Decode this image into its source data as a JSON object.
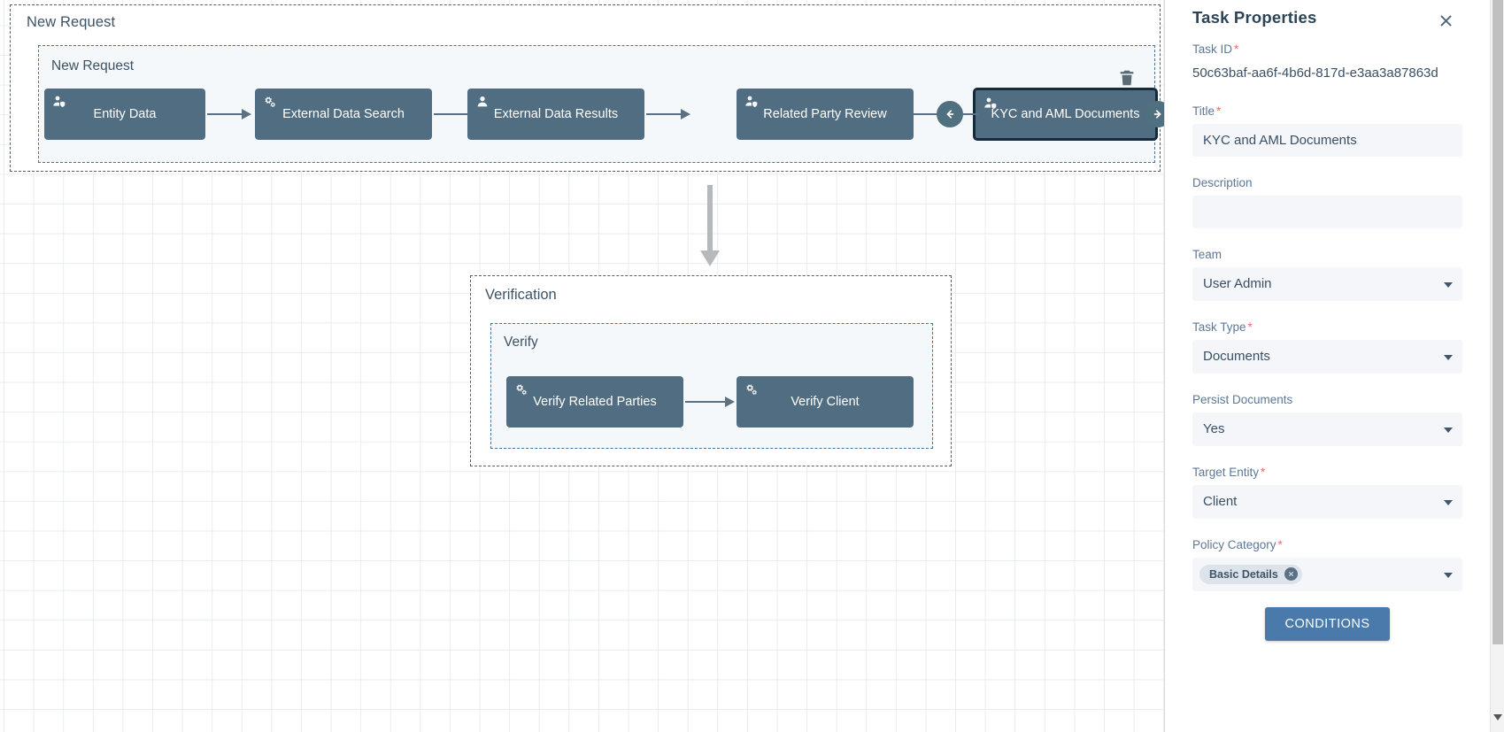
{
  "canvas": {
    "outer_lane": {
      "title": "New Request"
    },
    "inner_group": {
      "title": "New Request"
    },
    "nodes": [
      {
        "label": "Entity Data",
        "icon": "user-shield-icon"
      },
      {
        "label": "External Data Search",
        "icon": "cogs-icon"
      },
      {
        "label": "External Data Results",
        "icon": "user-icon"
      },
      {
        "label": "Related Party Review",
        "icon": "user-shield-icon"
      },
      {
        "label": "KYC and AML Documents",
        "icon": "user-shield-icon"
      }
    ],
    "node_controls": {
      "delete_label": "trash-icon",
      "move_left_label": "arrow-left-icon",
      "move_right_label": "arrow-right-icon"
    },
    "verification_lane": {
      "title": "Verification"
    },
    "verify_group": {
      "title": "Verify"
    },
    "verify_nodes": [
      {
        "label": "Verify Related Parties",
        "icon": "cogs-icon"
      },
      {
        "label": "Verify Client",
        "icon": "cogs-icon"
      }
    ]
  },
  "panel": {
    "title": "Task Properties",
    "close_label": "close-icon",
    "fields": {
      "task_id": {
        "label": "Task ID",
        "required": "*",
        "value": "50c63baf-aa6f-4b6d-817d-e3aa3a87863d"
      },
      "title": {
        "label": "Title",
        "required": "*",
        "value": "KYC and AML Documents"
      },
      "description": {
        "label": "Description",
        "value": "",
        "placeholder": ""
      },
      "team": {
        "label": "Team",
        "value": "User Admin"
      },
      "task_type": {
        "label": "Task Type",
        "required": "*",
        "value": "Documents"
      },
      "persist_documents": {
        "label": "Persist Documents",
        "value": "Yes"
      },
      "target_entity": {
        "label": "Target Entity",
        "required": "*",
        "value": "Client"
      },
      "policy_category": {
        "label": "Policy Category",
        "required": "*",
        "chips": [
          "Basic Details"
        ]
      }
    },
    "conditions_button": "CONDITIONS"
  },
  "colors": {
    "node_fill": "#516d81",
    "node_selected_border": "#152a3d",
    "group_fill": "#f4f8fa",
    "group_border": "#4a7296",
    "lane_border": "#555f66",
    "accent_button": "#4a7aab",
    "required_star": "#e8705f",
    "label_text": "#5c7897",
    "value_text": "#3a4f63",
    "connector": "#5b7183",
    "vertical_connector": "#b6b9bb"
  }
}
